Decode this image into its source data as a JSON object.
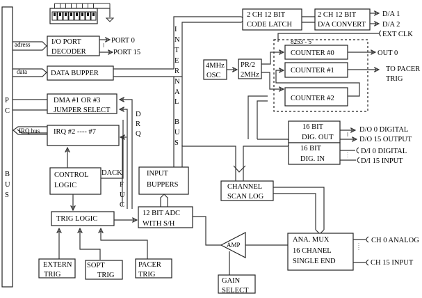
{
  "title": "PC data acquisition card block diagram",
  "pc_bus": {
    "letters": [
      "P",
      "C",
      "",
      "B",
      "U",
      "S"
    ]
  },
  "internal_bus": {
    "letters": [
      "I",
      "N",
      "T",
      "E",
      "R",
      "N",
      "A",
      "L",
      "",
      "B",
      "U",
      "S"
    ]
  },
  "dip_switch": {
    "positions": 8,
    "ground_symbol": "ground-icon"
  },
  "signals": {
    "address": "adress",
    "data": "data",
    "irq_bus": "IRQ bus",
    "drq": [
      "D",
      "R",
      "Q"
    ],
    "dack": "DACK",
    "fuc": [
      "F",
      "U",
      "C"
    ],
    "ext_clk": "EXT CLK"
  },
  "blocks": {
    "io_port_decoder": [
      "I/O  PORT",
      "DECODER"
    ],
    "data_buffer": [
      "DATA  BUPPER"
    ],
    "dma_select": [
      "DMA #1 OR #3",
      "JUMPER SELECT"
    ],
    "irq": [
      "IRQ #2    ---- #7"
    ],
    "control_logic": [
      "CONTROL",
      "LOGIC"
    ],
    "trig_logic": [
      "TRIG  LOGIC"
    ],
    "extern_trig": [
      "EXTERN",
      "TRIG"
    ],
    "soft_trig": [
      "SOPT",
      "TRIG"
    ],
    "pacer_trig": [
      "PACER",
      "TRIG"
    ],
    "input_buffers": [
      "INPUT",
      "BUPPERS"
    ],
    "adc": [
      "12  BIT   ADC",
      "WITH  S/H"
    ],
    "amp": "AMP",
    "gain_select": [
      "GAIN",
      "SELECT"
    ],
    "code_latch": [
      "2 CH 12  BIT",
      "CODE LATCH"
    ],
    "da_convert": [
      "2 CH     12 BIT",
      "D/A CONVERT"
    ],
    "osc": [
      "4MHz",
      "OSC"
    ],
    "prescaler": [
      "PR/2",
      "2MHz"
    ],
    "counter_chip": "8253 - 5",
    "counter0": [
      "COUNTER  #0"
    ],
    "counter1": [
      "COUNTER  #1"
    ],
    "counter2": [
      "COUNTER  #2"
    ],
    "dig_out": [
      "16  BIT",
      "DIG. OUT"
    ],
    "dig_in": [
      "16  BIT",
      "DIG.  IN"
    ],
    "channel_scan": [
      "CHANNEL",
      "SCAN  LOG"
    ],
    "mux": [
      "ANA.       MUX",
      "16 CHANEL",
      "SINGLE END"
    ]
  },
  "outputs": {
    "port0": "PORT 0",
    "port15": "PORT 15",
    "da1": "D/A 1",
    "da2": "D/A 2",
    "out0": "OUT 0",
    "to_pacer": [
      "TO PACER",
      "TRIG"
    ],
    "do0": "D/O 0 DIGITAL",
    "do15": "D/O  15 OUTPUT",
    "di0": "D/I 0 DIGITAL",
    "di15": "D/I 15 INPUT",
    "ch0": "CH 0 ANALOG",
    "ch15": "CH 15 INPUT"
  }
}
